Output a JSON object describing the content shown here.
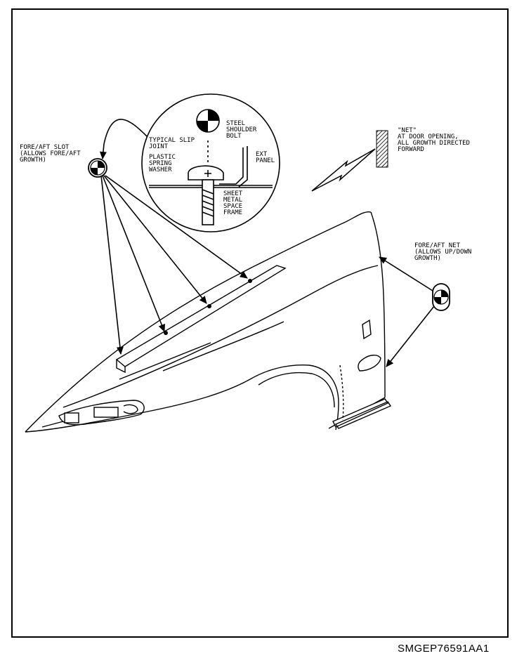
{
  "labels": {
    "fore_aft_slot": "FORE/AFT SLOT\n(ALLOWS FORE/AFT\nGROWTH)",
    "steel_shoulder_bolt": "STEEL\nSHOULDER\nBOLT",
    "typical_slip_joint": "TYPICAL SLIP\nJOINT",
    "plastic_spring_washer": "PLASTIC\nSPRING\nWASHER",
    "ext_panel": "EXT\nPANEL",
    "sheet_metal_space_frame": "SHEET\nMETAL\nSPACE\nFRAME",
    "net_door_opening": "\"NET\"\nAT DOOR OPENING,\nALL GROWTH DIRECTED\nFORWARD",
    "fore_aft_net": "FORE/AFT NET\n(ALLOWS UP/DOWN\nGROWTH)"
  },
  "figure_id": "SMGEP76591AA1",
  "colors": {
    "line": "#000000",
    "background": "#ffffff"
  },
  "icons": [
    "slot-symbol-icon",
    "bolt-symbol-icon",
    "net-symbol-icon",
    "hatched-net-icon"
  ]
}
